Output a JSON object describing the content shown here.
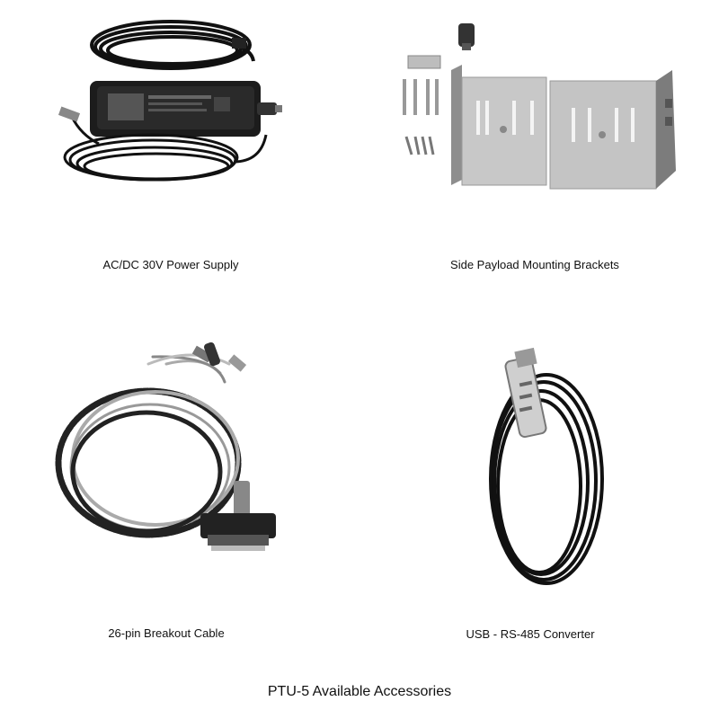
{
  "accessories": [
    {
      "caption": "AC/DC 30V Power Supply",
      "icon": "power-supply-photo"
    },
    {
      "caption": "Side Payload Mounting Brackets",
      "icon": "mounting-brackets-photo"
    },
    {
      "caption": "26-pin Breakout Cable",
      "icon": "breakout-cable-photo"
    },
    {
      "caption": "USB - RS-485 Converter",
      "icon": "usb-converter-photo"
    }
  ],
  "page_title": "PTU-5 Available Accessories"
}
